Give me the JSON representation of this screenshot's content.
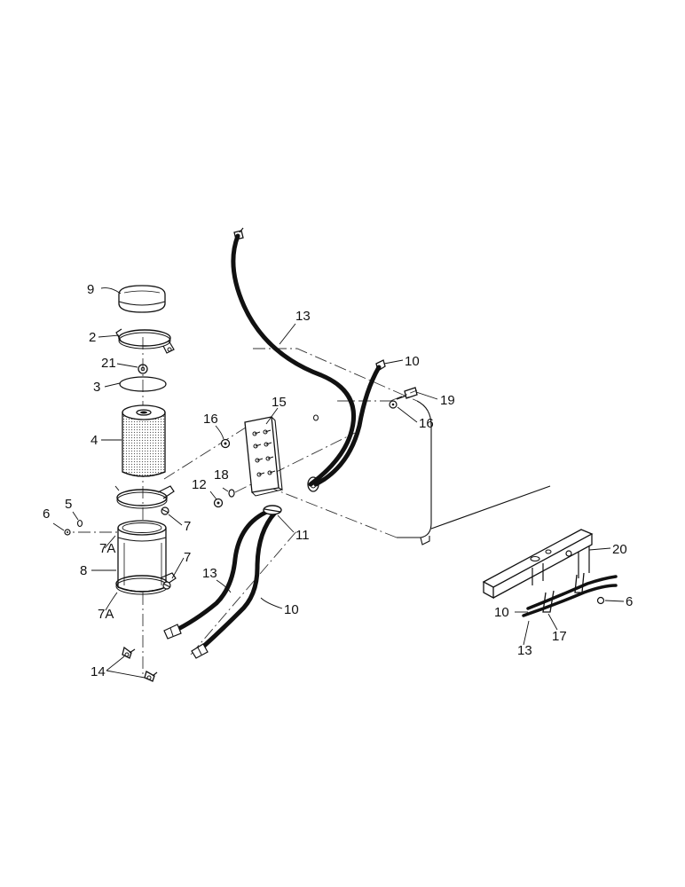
{
  "callouts": {
    "c9": "9",
    "c2": "2",
    "c21": "21",
    "c3": "3",
    "c4": "4",
    "c16a": "16",
    "c15": "15",
    "c12": "12",
    "c18": "18",
    "c6a": "6",
    "c5": "5",
    "c7a": "7",
    "c7Aa": "7A",
    "c8": "8",
    "c7b": "7",
    "c7Ab": "7A",
    "c13a": "13",
    "c10a": "10",
    "c19": "19",
    "c16b": "16",
    "c11": "11",
    "c13b": "13",
    "c10b": "10",
    "c14": "14",
    "c20": "20",
    "c10c": "10",
    "c6b": "6",
    "c17": "17",
    "c13c": "13"
  }
}
